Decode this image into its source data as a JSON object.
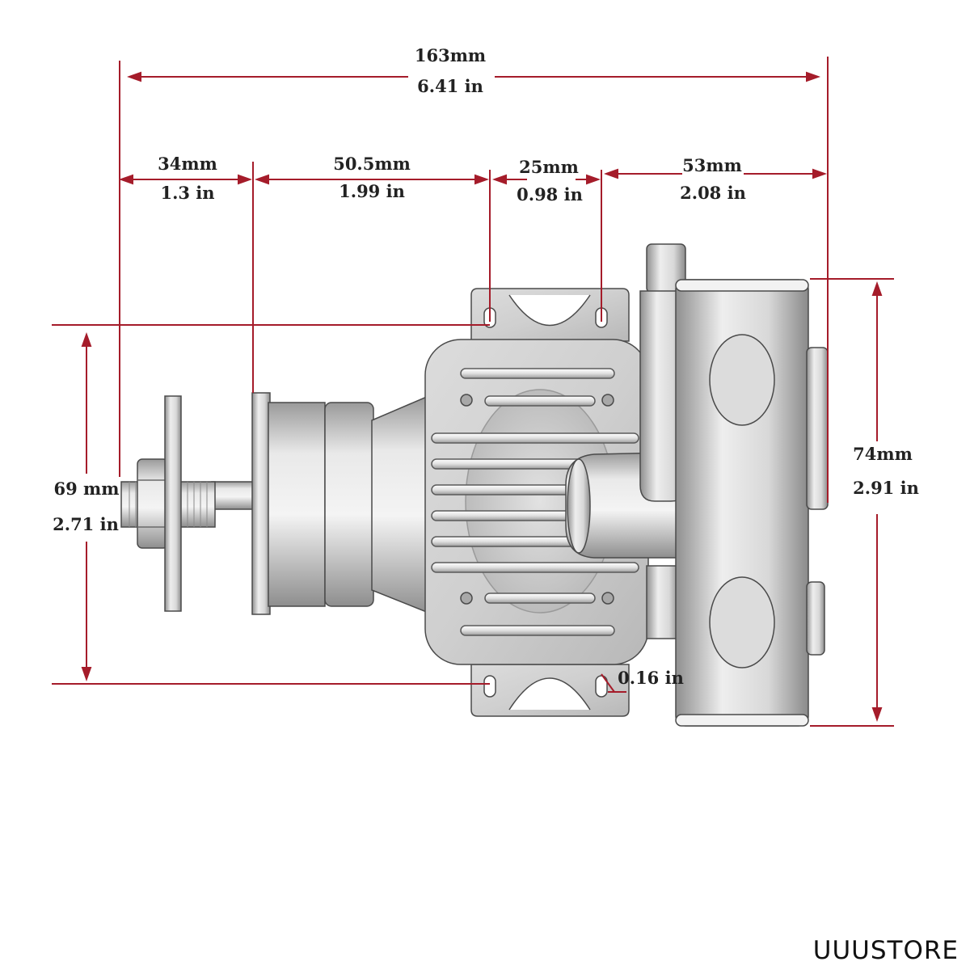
{
  "colors": {
    "dimension": "#a51c2a",
    "metal_light": "#e6e6e6",
    "metal_mid": "#bdbdbd",
    "metal_dark": "#7a7a7a",
    "outline": "#4a4a4a",
    "text": "#222222"
  },
  "dimensions": {
    "overall_length": {
      "mm": "163mm",
      "inch": "6.41 in"
    },
    "prop_to_flange": {
      "mm": "34mm",
      "inch": "1.3 in"
    },
    "flange_to_mount": {
      "mm": "50.5mm",
      "inch": "1.99 in"
    },
    "mount_holes": {
      "mm": "25mm",
      "inch": "0.98 in"
    },
    "mount_to_exhaust": {
      "mm": "53mm",
      "inch": "2.08 in"
    },
    "mount_height": {
      "mm": "69 mm",
      "inch": "2.71 in"
    },
    "exhaust_height": {
      "mm": "74mm",
      "inch": "2.91 in"
    },
    "hole_diameter": {
      "inch": "0.16 in"
    }
  },
  "brand": "UUUSTORE"
}
